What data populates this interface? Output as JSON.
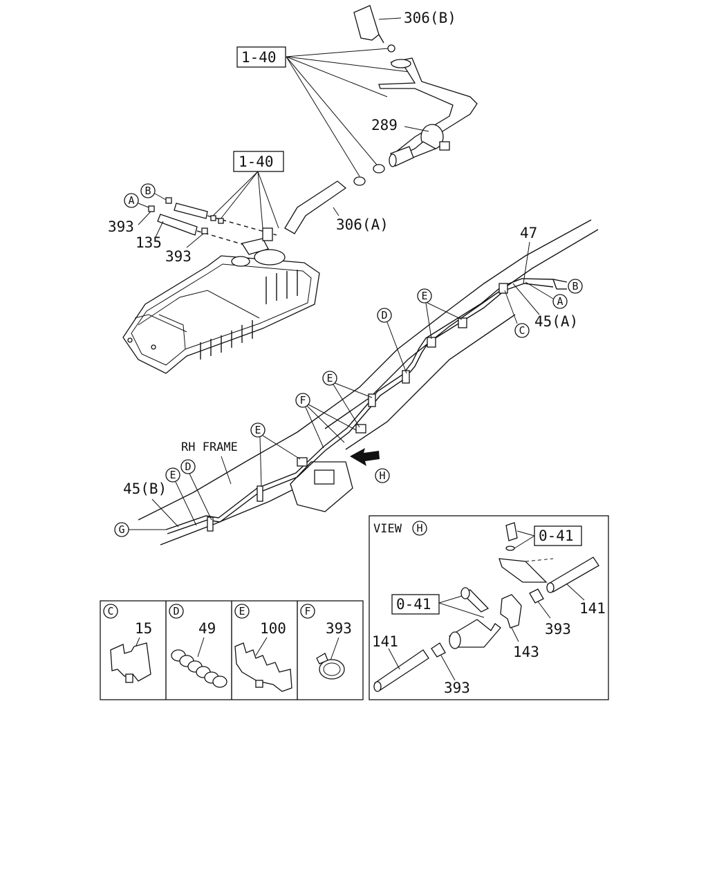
{
  "diagram": {
    "top_labels": {
      "p306b": "306(B)",
      "ref1": "1-40",
      "p289": "289",
      "ref2": "1-40",
      "p306a": "306(A)",
      "p393a": "393",
      "p135": "135",
      "p393b": "393",
      "p47": "47",
      "p45a": "45(A)",
      "rh_frame": "RH FRAME",
      "p45b": "45(B)"
    },
    "circle_letters": {
      "A": "A",
      "B": "B",
      "C": "C",
      "D": "D",
      "E": "E",
      "F": "F",
      "G": "G",
      "H": "H"
    },
    "clip_panels": [
      {
        "letter": "C",
        "part": "15"
      },
      {
        "letter": "D",
        "part": "49"
      },
      {
        "letter": "E",
        "part": "100"
      },
      {
        "letter": "F",
        "part": "393"
      }
    ],
    "view_h": {
      "title": "VIEW",
      "ref1": "0-41",
      "ref2": "0-41",
      "p141a": "141",
      "p393a": "393",
      "p143": "143",
      "p141b": "141",
      "p393b": "393"
    }
  }
}
